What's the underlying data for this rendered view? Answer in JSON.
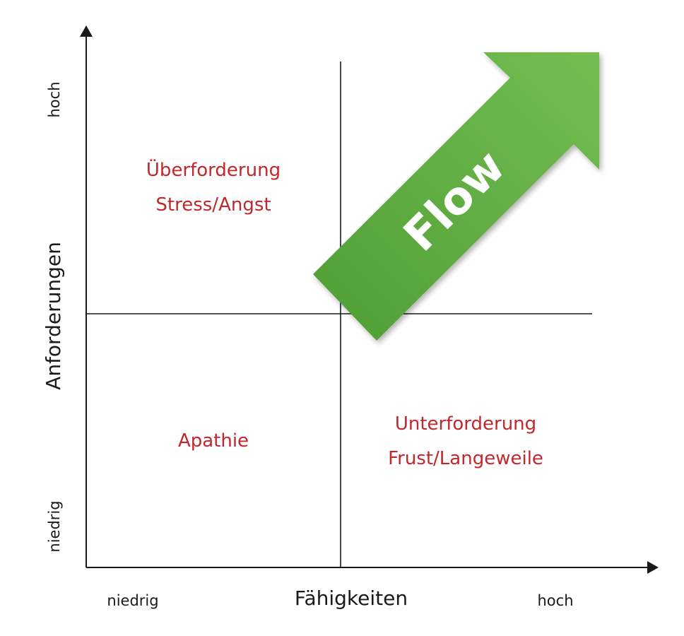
{
  "axes": {
    "x": {
      "title": "Fähigkeiten",
      "low_label": "niedrig",
      "high_label": "hoch"
    },
    "y": {
      "title": "Anforderungen",
      "low_label": "niedrig",
      "high_label": "hoch"
    }
  },
  "quadrants": {
    "top_left": {
      "line1": "Überforderung",
      "line2": "Stress/Angst"
    },
    "bottom_left": {
      "line1": "Apathie"
    },
    "bottom_right": {
      "line1": "Unterforderung",
      "line2": "Frust/Langeweile"
    }
  },
  "flow_arrow": {
    "label": "Flow",
    "color": "#5aab3f"
  },
  "colors": {
    "quadrant_text": "#c0282d",
    "axis": "#1a1a1a"
  }
}
